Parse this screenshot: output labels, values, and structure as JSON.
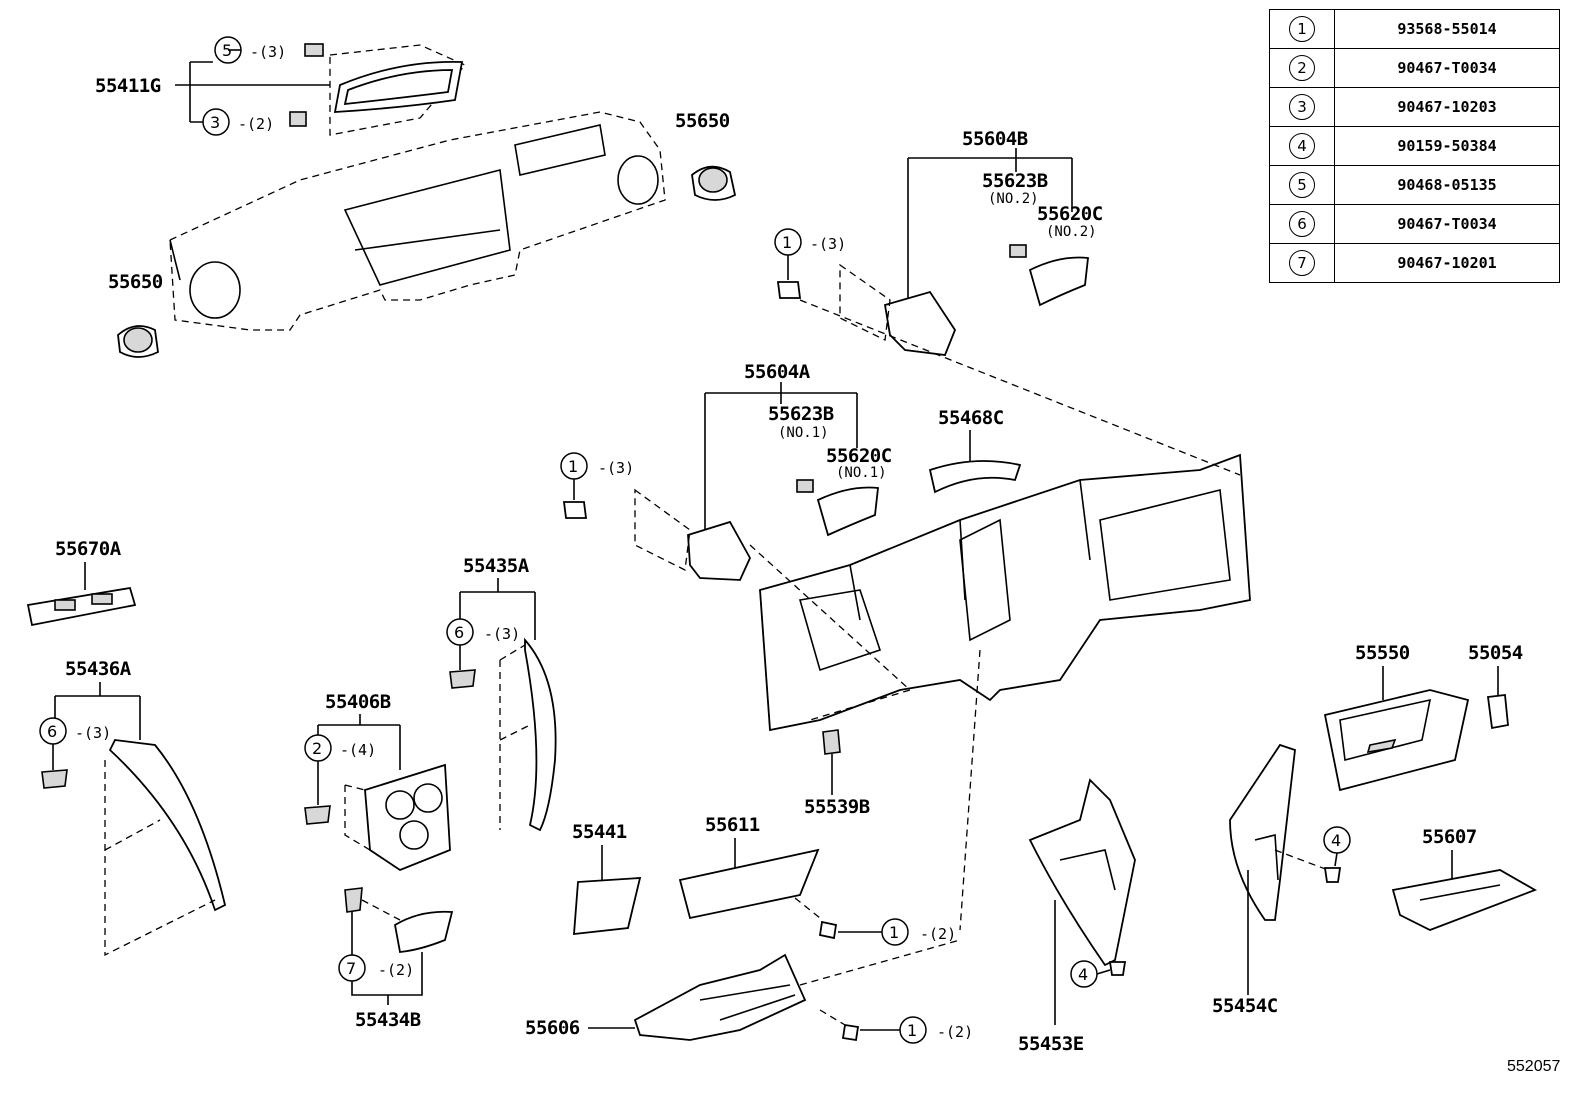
{
  "legend": [
    {
      "key": "1",
      "part": "93568-55014"
    },
    {
      "key": "2",
      "part": "90467-T0034"
    },
    {
      "key": "3",
      "part": "90467-10203"
    },
    {
      "key": "4",
      "part": "90159-50384"
    },
    {
      "key": "5",
      "part": "90468-05135"
    },
    {
      "key": "6",
      "part": "90467-T0034"
    },
    {
      "key": "7",
      "part": "90467-10201"
    }
  ],
  "labels": {
    "p55411G": "55411G",
    "p55650a": "55650",
    "p55650b": "55650",
    "p55604B": "55604B",
    "p55623B_2": "55623B",
    "no2a": "(NO.2)",
    "p55620C_2": "55620C",
    "no2b": "(NO.2)",
    "p55604A": "55604A",
    "p55623B_1": "55623B",
    "no1a": "(NO.1)",
    "p55620C_1": "55620C",
    "no1b": "(NO.1)",
    "p55468C": "55468C",
    "p55670A": "55670A",
    "p55435A": "55435A",
    "p55436A": "55436A",
    "p55406B": "55406B",
    "p55434B": "55434B",
    "p55539B": "55539B",
    "p55441": "55441",
    "p55611": "55611",
    "p55606": "55606",
    "p55453E": "55453E",
    "p55454C": "55454C",
    "p55550": "55550",
    "p55054": "55054",
    "p55607": "55607"
  },
  "callouts": {
    "c5": {
      "num": "5",
      "qty": "-(3)"
    },
    "c3": {
      "num": "3",
      "qty": "-(2)"
    },
    "c1_upper": {
      "num": "1",
      "qty": "-(3)"
    },
    "c1_mid": {
      "num": "1",
      "qty": "-(3)"
    },
    "c6_a": {
      "num": "6",
      "qty": "-(3)"
    },
    "c6_b": {
      "num": "6",
      "qty": "-(3)"
    },
    "c2": {
      "num": "2",
      "qty": "-(4)"
    },
    "c7": {
      "num": "7",
      "qty": "-(2)"
    },
    "c1_55611": {
      "num": "1",
      "qty": "-(2)"
    },
    "c1_55606": {
      "num": "1",
      "qty": "-(2)"
    },
    "c4_453": {
      "num": "4",
      "qty": ""
    },
    "c4_454": {
      "num": "4",
      "qty": ""
    }
  },
  "footer": {
    "code": "552057"
  }
}
